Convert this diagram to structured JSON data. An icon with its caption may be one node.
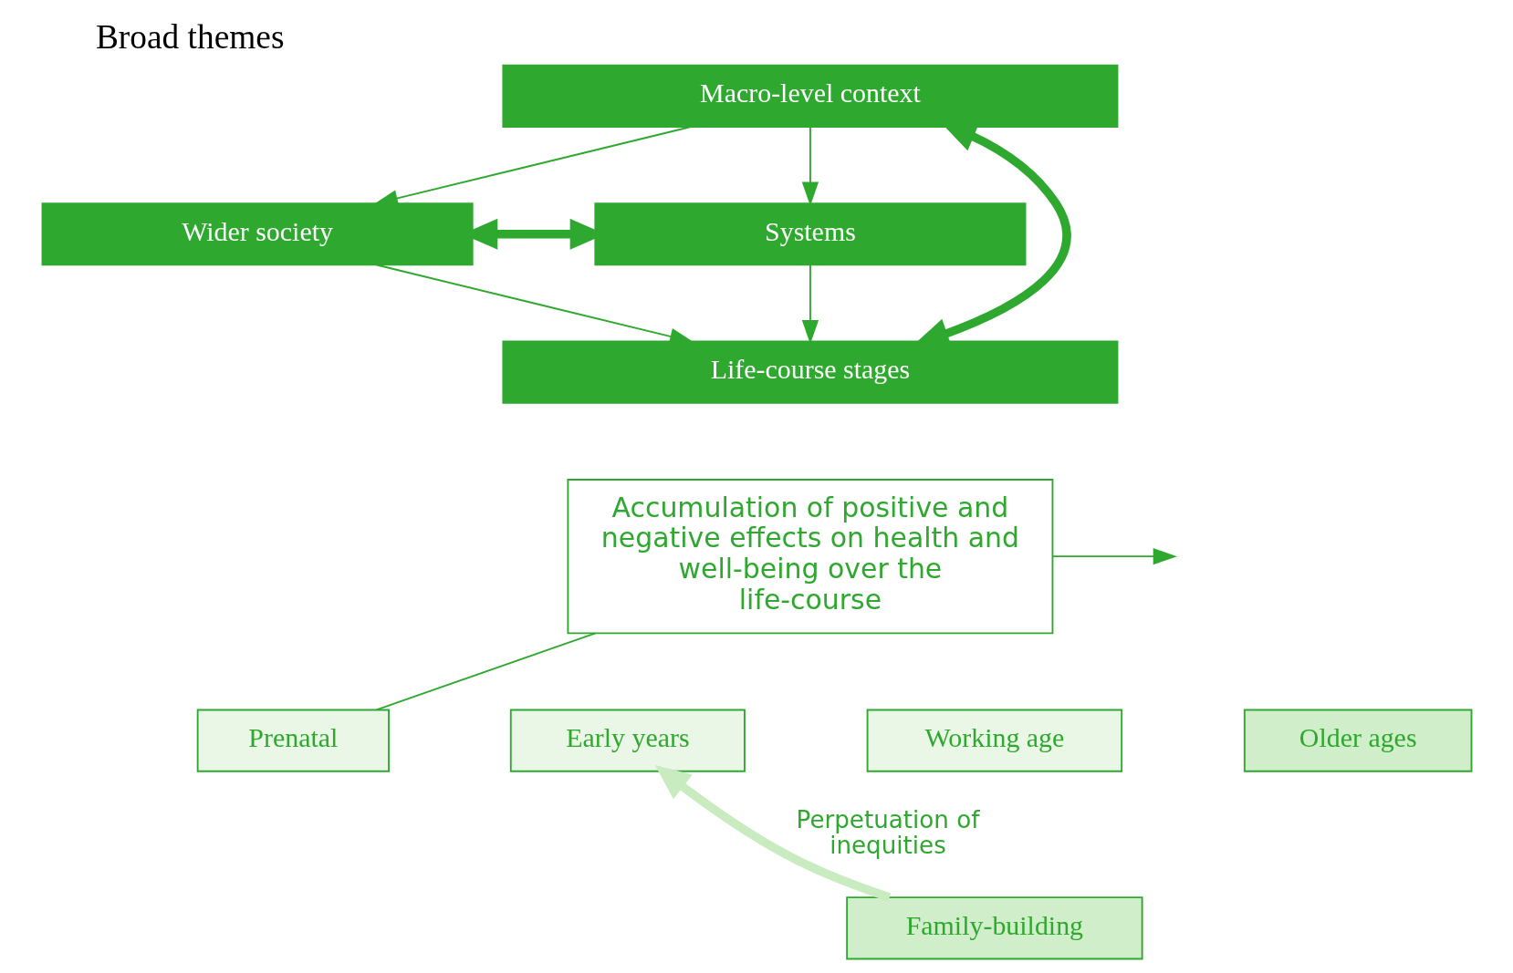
{
  "diagram": {
    "title": "Broad themes",
    "nodes": [
      {
        "text": [
          "Macro-level context"
        ]
      },
      {
        "text": [
          "Wider society"
        ]
      },
      {
        "text": [
          "Systems"
        ]
      },
      {
        "text": [
          "Life-course stages"
        ]
      },
      {
        "text": [
          "Accumulation of positive and negative effects on health and well-being over the life-course"
        ]
      },
      {
        "text": [
          "Prenatal"
        ]
      },
      {
        "text": [
          "Early years"
        ]
      },
      {
        "text": [
          "Working age"
        ]
      },
      {
        "text": [
          "Older ages"
        ]
      },
      {
        "text": [
          "Family-building"
        ]
      }
    ],
    "edges": [
      {
        "from": 0,
        "to": 1,
        "arrow": "to"
      },
      {
        "from": 0,
        "to": 2,
        "arrow": "to"
      },
      {
        "from": 1,
        "to": 2,
        "arrow": "both",
        "style": "thick"
      },
      {
        "from": 0,
        "to": 3,
        "arrow": "both",
        "style": "thick"
      },
      {
        "from": 1,
        "to": 3,
        "arrow": "to"
      },
      {
        "from": 2,
        "to": 3,
        "arrow": "to"
      },
      {
        "from": 5,
        "to": 4,
        "arrow": "none"
      },
      {
        "from": 4,
        "to": null,
        "arrow": "to"
      },
      {
        "from": 9,
        "to": 6,
        "arrow": "to",
        "label": "Perpetuation of inequities",
        "style": "thick",
        "color": "#c8ebc0"
      }
    ]
  }
}
